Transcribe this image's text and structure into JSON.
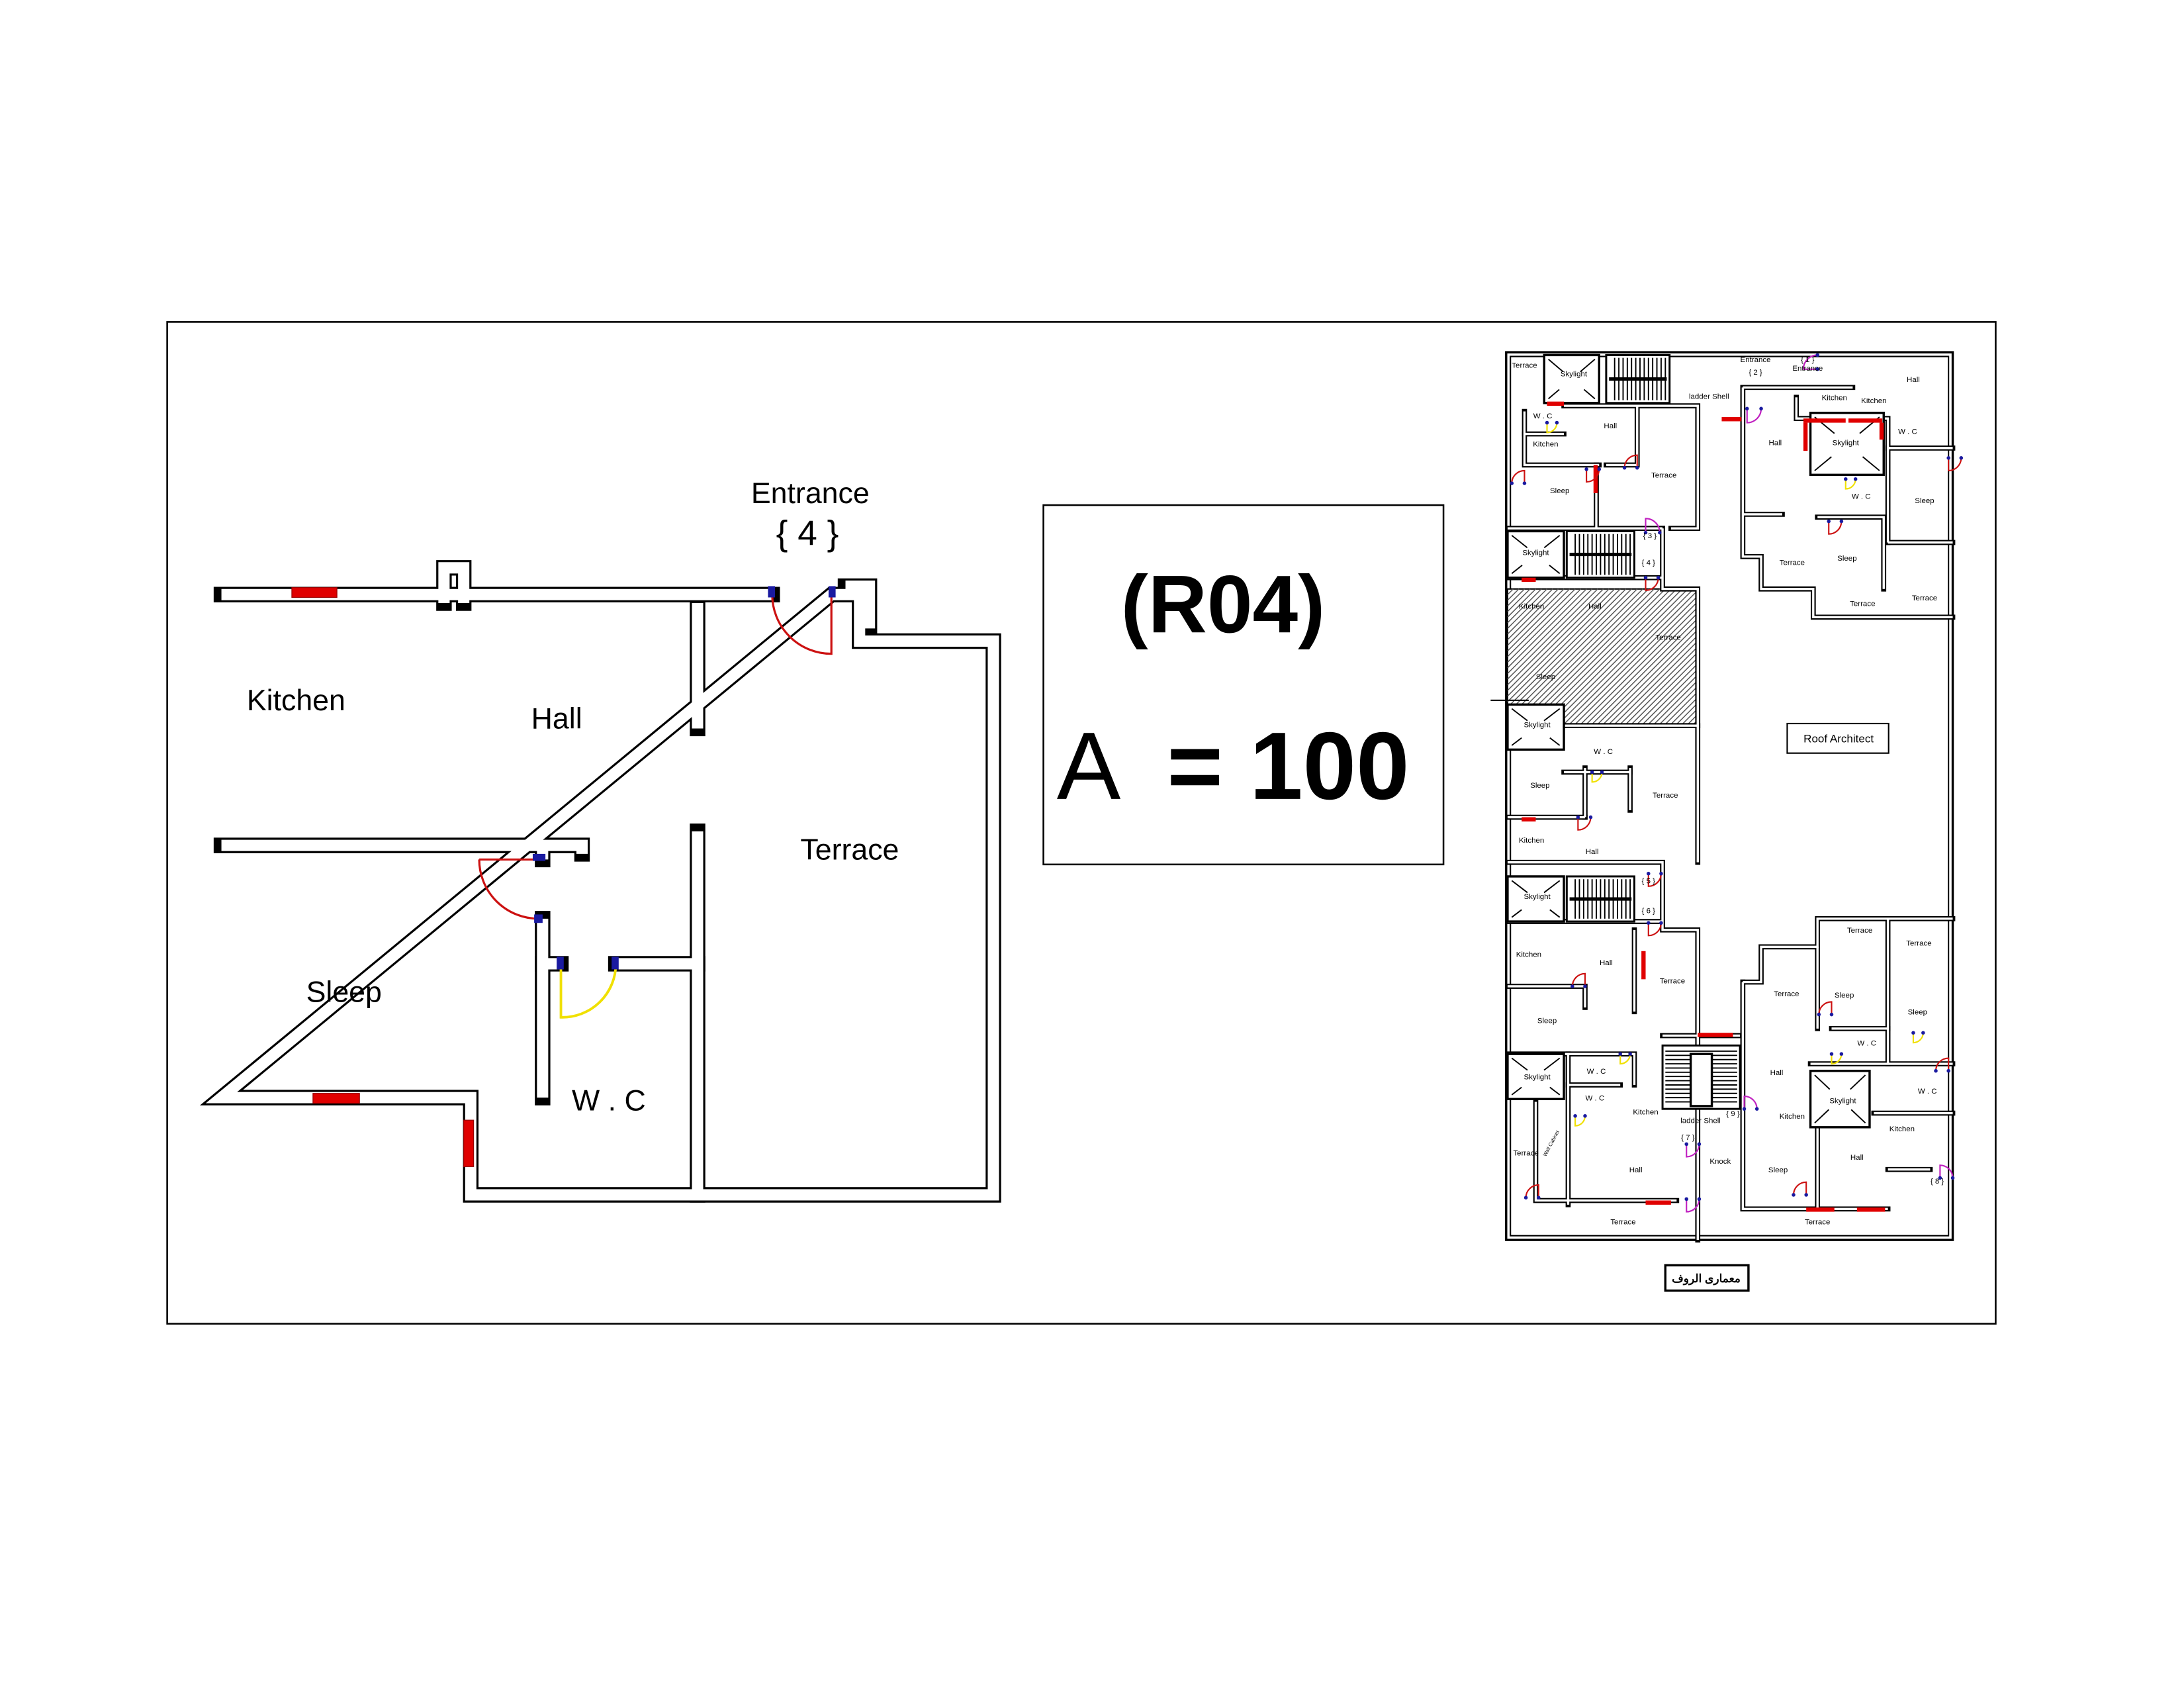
{
  "left_plan": {
    "rooms": {
      "kitchen": "Kitchen",
      "hall": "Hall",
      "terrace": "Terrace",
      "sleep": "Sleep",
      "wc": "W . C"
    },
    "entrance_label": "Entrance",
    "entrance_number": "{ 4 }"
  },
  "title_box": {
    "code": "(R04)",
    "area_symbol": "A",
    "area_value": "= 100"
  },
  "site_plan": {
    "labels": [
      "Terrace",
      "Skylight",
      "ladder Shell",
      "Entrance",
      "{ 2 }",
      "{ 1 }",
      "Entrance",
      "Hall",
      "Kitchen",
      "Kitchen",
      "W . C",
      "Hall",
      "Kitchen",
      "Terrace",
      "Sleep",
      "Hall",
      "Skylight",
      "W . C",
      "W . C",
      "Sleep",
      "{ 3 }",
      "{ 4 }",
      "Skylight",
      "Terrace",
      "Sleep",
      "Terrace",
      "Terrace",
      "Kitchen",
      "Hall",
      "Terrace",
      "Sleep",
      "Skylight",
      "W . C",
      "Sleep",
      "Terrace",
      "Kitchen",
      "Hall",
      "Skylight",
      "{ 5 }",
      "{ 6 }",
      "Terrace",
      "Terrace",
      "Kitchen",
      "Hall",
      "Terrace",
      "Terrace",
      "Sleep",
      "Sleep",
      "Sleep",
      "W . C",
      "W . C",
      "Skylight",
      "Hall",
      "W . C",
      "Skylight",
      "W . C",
      "Kitchen",
      "ladder Shell",
      "{ 9 }",
      "Kitchen",
      "Kitchen",
      "{ 7 }",
      "Terrace",
      "Knock",
      "Hall",
      "Sleep",
      "Hall",
      "{ 8 }",
      "Terrace",
      "Terrace"
    ],
    "wall_cabinet": "Wall Cabinet",
    "stamp": "Roof Architect"
  },
  "signature": "معمارى الروف",
  "colors": {
    "wall": "#000000",
    "window": "#e00000",
    "door_room": "#cc1111",
    "door_wc": "#f0e000",
    "door_entrance": "#c020c0",
    "jamb": "#1a1aa0"
  }
}
